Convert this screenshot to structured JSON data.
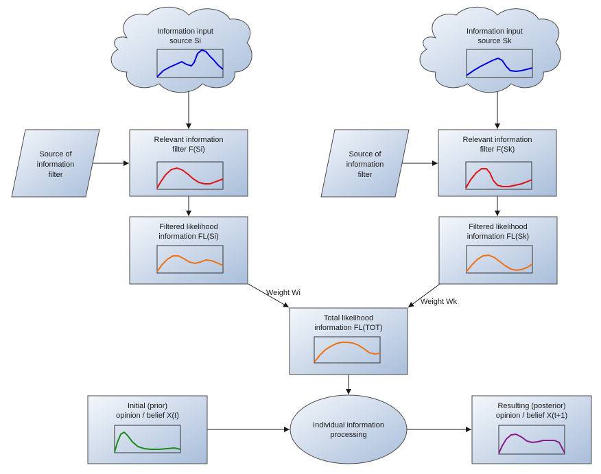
{
  "nodes": {
    "cloud_left": {
      "lines": [
        "Information input",
        "source Si"
      ]
    },
    "cloud_right": {
      "lines": [
        "Information input",
        "source Sk"
      ]
    },
    "filter_source_left": {
      "lines": [
        "Source of",
        "information",
        "filter"
      ]
    },
    "filter_source_right": {
      "lines": [
        "Source of",
        "information",
        "filter"
      ]
    },
    "relevant_left": {
      "lines": [
        "Relevant information",
        "filter F(Si)"
      ]
    },
    "relevant_right": {
      "lines": [
        "Relevant information",
        "filter F(Sk)"
      ]
    },
    "filtered_left": {
      "lines": [
        "Filtered likelihood",
        "information FL(Si)"
      ]
    },
    "filtered_right": {
      "lines": [
        "Filtered likelihood",
        "information FL(Sk)"
      ]
    },
    "total": {
      "lines": [
        "Total likelihood",
        "information FL(TOT)"
      ]
    },
    "prior": {
      "lines": [
        "Initial (prior)",
        "opinion / belief X(t)"
      ]
    },
    "processing": {
      "lines": [
        "Individual information",
        "processing"
      ]
    },
    "posterior": {
      "lines": [
        "Resulting (posterior)",
        "opinion / belief X(t+1)"
      ]
    }
  },
  "edge_labels": {
    "weight_left": "Weight Wi",
    "weight_right": "Weight Wk"
  },
  "colors": {
    "fill_light": "#eef2f8",
    "fill_dark": "#a9bedb",
    "input_curve": "#0000dd",
    "filter_curve": "#e01010",
    "likelihood_curve": "#f07010",
    "prior_curve": "#1a8a1a",
    "posterior_curve": "#8a1a8a"
  }
}
